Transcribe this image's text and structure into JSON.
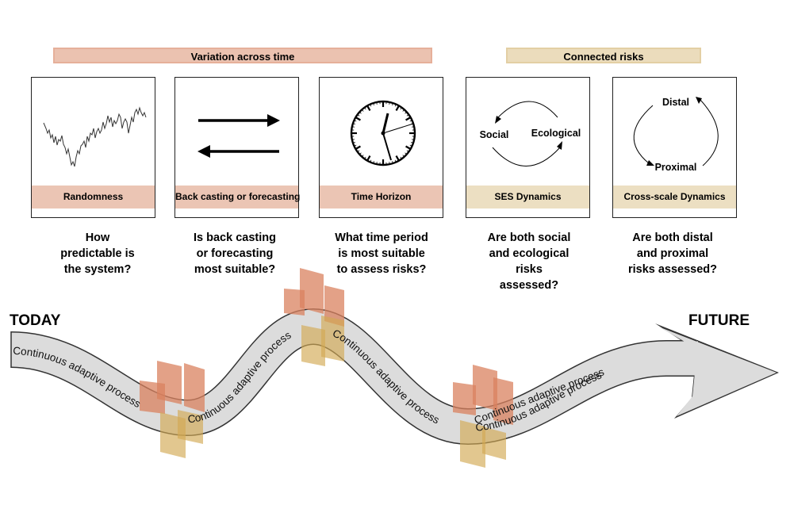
{
  "banners": {
    "variation": "Variation across time",
    "connected": "Connected risks"
  },
  "panels": [
    {
      "label": "Randomness",
      "icon": "random-walk-icon",
      "strip_color": "#ebc5b4"
    },
    {
      "label": "Back casting or forecasting",
      "icon": "double-arrow-icon",
      "strip_color": "#ebc5b4"
    },
    {
      "label": "Time Horizon",
      "icon": "clock-icon",
      "strip_color": "#ebc5b4"
    },
    {
      "label": "SES Dynamics",
      "icon": "cycle-icon",
      "strip_color": "#ecdfc2",
      "nodes": {
        "a": "Social",
        "b": "Ecological"
      }
    },
    {
      "label": "Cross-scale Dynamics",
      "icon": "cycle-icon",
      "strip_color": "#ecdfc2",
      "nodes": {
        "a": "Distal",
        "b": "Proximal"
      }
    }
  ],
  "questions": [
    [
      "How",
      "predictable is",
      "the system?"
    ],
    [
      "Is back casting",
      "or forecasting",
      "most suitable?"
    ],
    [
      "What time period",
      "is most suitable",
      "to assess risks?"
    ],
    [
      "Are both social",
      "and ecological",
      "risks",
      "assessed?"
    ],
    [
      "Are both distal",
      "and proximal",
      "risks assessed?"
    ]
  ],
  "timeline": {
    "start": "TODAY",
    "end": "FUTURE",
    "band_text": [
      "Continuous adaptive process",
      "Continuous adaptive process",
      "Continuous adaptive process",
      "Continuous adaptive process",
      "Continuous adaptive process"
    ]
  },
  "colors": {
    "red_panel": "#d9825f",
    "tan_panel": "#d2a953",
    "band_fill": "#d9d9d9"
  }
}
